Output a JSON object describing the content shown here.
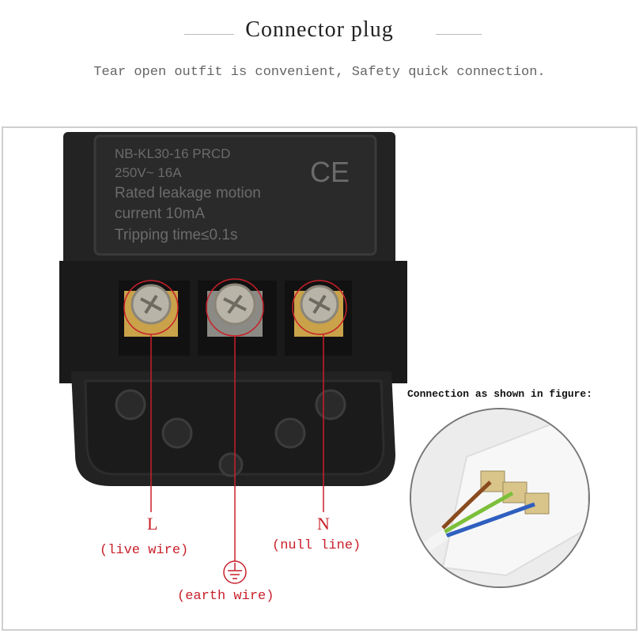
{
  "header": {
    "title": "Connector plug",
    "subtitle": "Tear open outfit is convenient, Safety quick connection."
  },
  "product_label": {
    "line1": "NB-KL30-16 PRCD",
    "line2": "250V~ 16A",
    "line3": "Rated leakage motion",
    "line4": "current 10mA",
    "line5": "Tripping time≤0.1s",
    "mark": "CE"
  },
  "terminals": {
    "live": {
      "letter": "L",
      "description": "(live wire)"
    },
    "earth": {
      "description": "(earth wire)"
    },
    "neutral": {
      "letter": "N",
      "description": "(null line)"
    }
  },
  "inset": {
    "caption": "Connection as shown in figure:"
  },
  "colors": {
    "annotation_red": "#c8202a",
    "housing_black": "#1c1c1c",
    "brass": "#c9a24a"
  },
  "icons": {
    "earth_symbol": "earth-ground-icon"
  }
}
